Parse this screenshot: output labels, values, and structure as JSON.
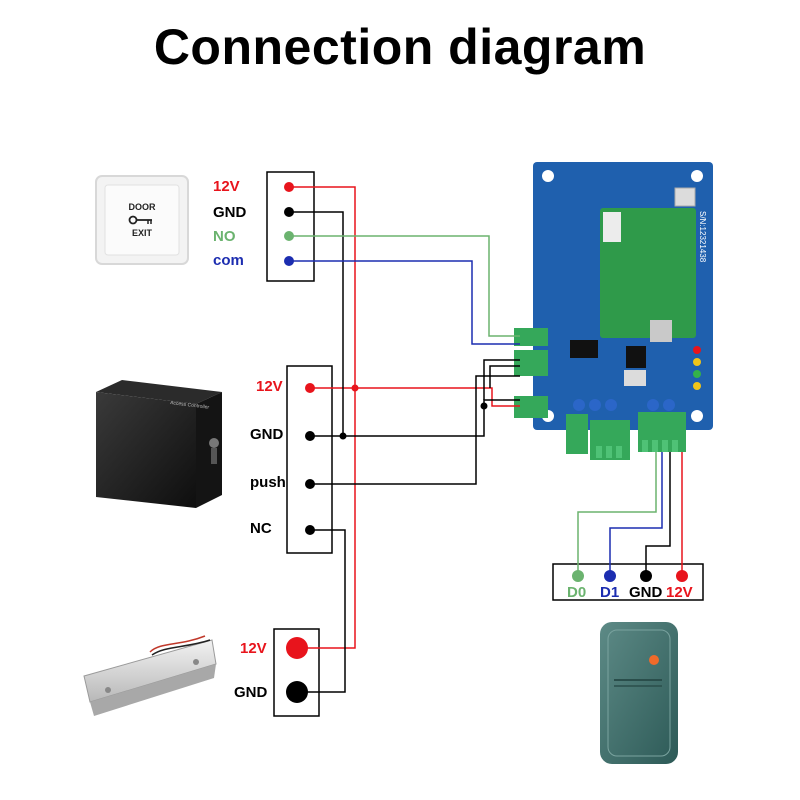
{
  "title": "Connection diagram",
  "colors": {
    "red": "#e8141c",
    "black": "#000000",
    "green": "#6bb36f",
    "blue": "#1c2db0",
    "board": "#1e5fb0",
    "pcb": "#2f9a4a",
    "terminal": "#35a85a"
  },
  "exit_button": {
    "text_line1": "DOOR",
    "text_line2": "EXIT",
    "labels": {
      "v12": "12V",
      "gnd": "GND",
      "no": "NO",
      "com": "com"
    }
  },
  "power_supply": {
    "labels": {
      "v12": "12V",
      "gnd": "GND",
      "push": "push",
      "nc": "NC"
    }
  },
  "lock": {
    "labels": {
      "v12": "12V",
      "gnd": "GND"
    }
  },
  "reader": {
    "labels": {
      "d0": "D0",
      "d1": "D1",
      "gnd": "GND",
      "v12": "12V"
    }
  },
  "controller": {
    "serial": "S/N:12321438"
  }
}
